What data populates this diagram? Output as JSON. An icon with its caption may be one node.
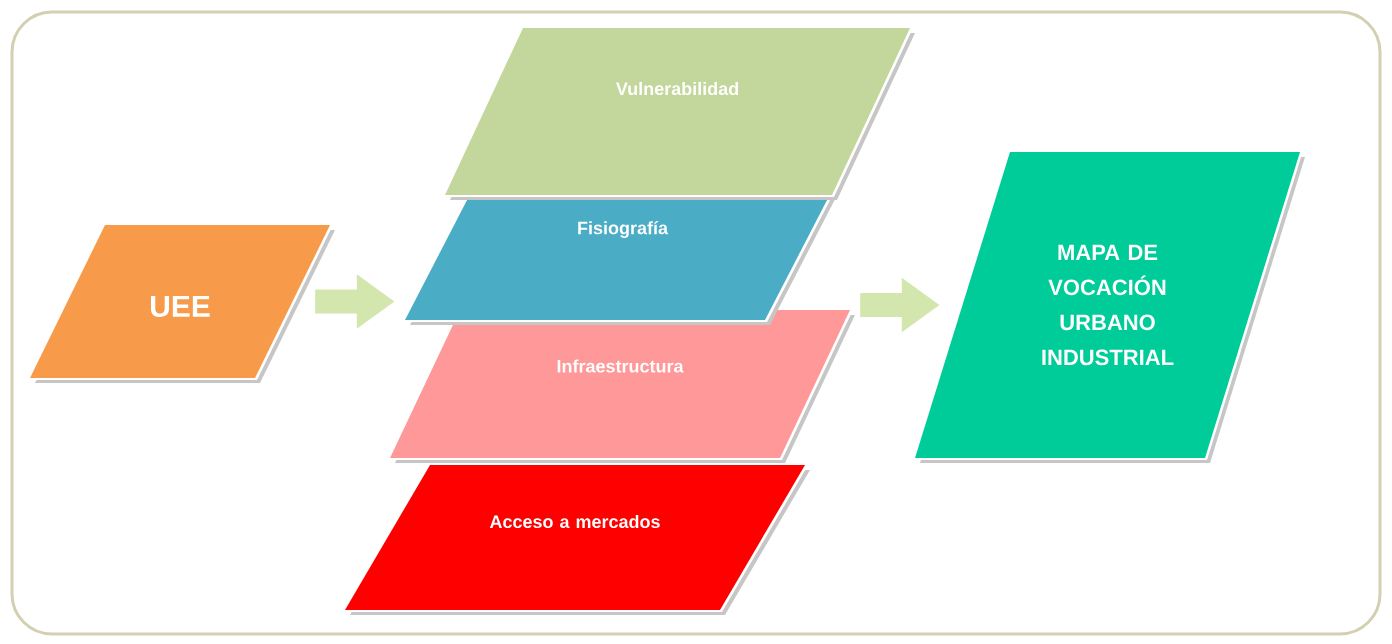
{
  "diagram": {
    "nodes": [
      {
        "text": [
          "UEE"
        ]
      },
      {
        "text": [
          "Vulnerabilidad"
        ]
      },
      {
        "text": [
          "Fisiografía"
        ]
      },
      {
        "text": [
          "Infraestructura"
        ]
      },
      {
        "text": [
          "Acceso a mercados"
        ]
      },
      {
        "text": [
          "MAPA DE VOCACIÓN URBANO INDUSTRIAL"
        ]
      }
    ],
    "edges": [
      {
        "from": 0,
        "to": 2,
        "arrow": "to"
      },
      {
        "from": 3,
        "to": 5,
        "arrow": "to"
      }
    ]
  }
}
